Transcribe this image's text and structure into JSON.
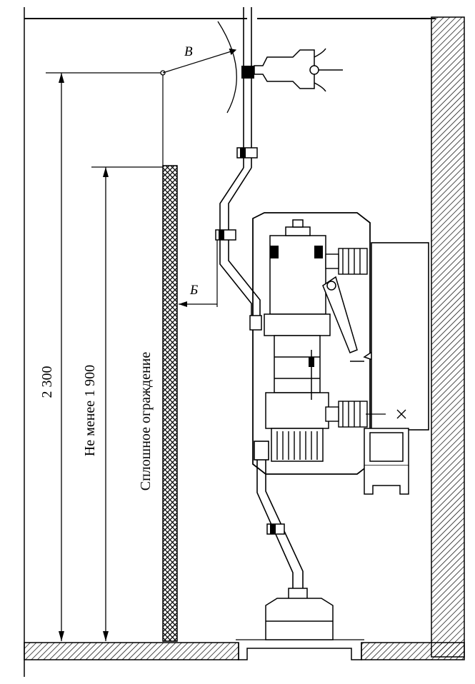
{
  "labels": {
    "height_overall": "2 300",
    "height_min": "Не менее 1 900",
    "fence_label": "Сплошное ограждение",
    "clearance_b": "Б",
    "clearance_v": "В"
  }
}
